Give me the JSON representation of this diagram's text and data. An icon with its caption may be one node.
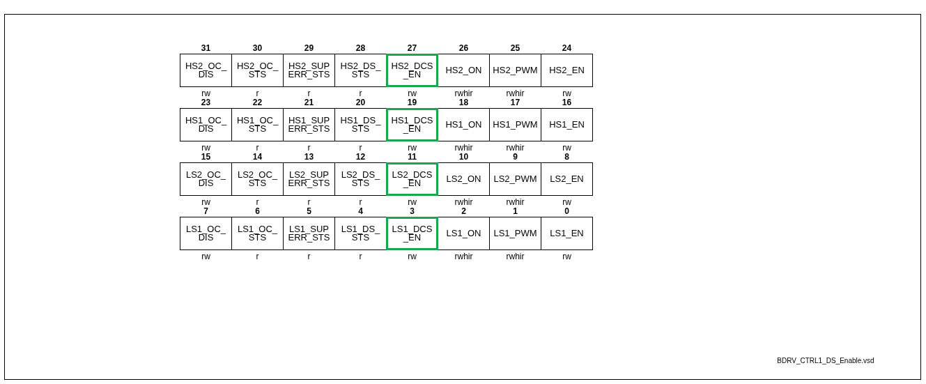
{
  "diagram": {
    "nodes": [
      {
        "text": [
          "HS2_OC_ DIS"
        ],
        "beside": [
          "31",
          "rw"
        ]
      },
      {
        "text": [
          "HS2_OC_ STS"
        ],
        "beside": [
          "30",
          "r"
        ]
      },
      {
        "text": [
          "HS2_SUP ERR_STS"
        ],
        "beside": [
          "29",
          "r"
        ]
      },
      {
        "text": [
          "HS2_DS_ STS"
        ],
        "beside": [
          "28",
          "r"
        ]
      },
      {
        "text": [
          "HS2_DCS _EN"
        ],
        "beside": [
          "27",
          "rw"
        ]
      },
      {
        "text": [
          "HS2_ON"
        ],
        "beside": [
          "26",
          "rwhir"
        ]
      },
      {
        "text": [
          "HS2_PWM"
        ],
        "beside": [
          "25",
          "rwhir"
        ]
      },
      {
        "text": [
          "HS2_EN"
        ],
        "beside": [
          "24",
          "rw"
        ]
      },
      {
        "text": [
          "HS1_OC_ DIS"
        ],
        "beside": [
          "23",
          "rw"
        ]
      },
      {
        "text": [
          "HS1_OC_ STS"
        ],
        "beside": [
          "22",
          "r"
        ]
      },
      {
        "text": [
          "HS1_SUP ERR_STS"
        ],
        "beside": [
          "21",
          "r"
        ]
      },
      {
        "text": [
          "HS1_DS_ STS"
        ],
        "beside": [
          "20",
          "r"
        ]
      },
      {
        "text": [
          "HS1_DCS _EN"
        ],
        "beside": [
          "19",
          "rw"
        ]
      },
      {
        "text": [
          "HS1_ON"
        ],
        "beside": [
          "18",
          "rwhir"
        ]
      },
      {
        "text": [
          "HS1_PWM"
        ],
        "beside": [
          "17",
          "rwhir"
        ]
      },
      {
        "text": [
          "HS1_EN"
        ],
        "beside": [
          "16",
          "rw"
        ]
      },
      {
        "text": [
          "LS2_OC_ DIS"
        ],
        "beside": [
          "15",
          "rw"
        ]
      },
      {
        "text": [
          "LS2_OC_ STS"
        ],
        "beside": [
          "14",
          "r"
        ]
      },
      {
        "text": [
          "LS2_SUP ERR_STS"
        ],
        "beside": [
          "13",
          "r"
        ]
      },
      {
        "text": [
          "LS2_DS_ STS"
        ],
        "beside": [
          "12",
          "r"
        ]
      },
      {
        "text": [
          "LS2_DCS _EN"
        ],
        "beside": [
          "11",
          "rw"
        ]
      },
      {
        "text": [
          "LS2_ON"
        ],
        "beside": [
          "10",
          "rwhir"
        ]
      },
      {
        "text": [
          "LS2_PWM"
        ],
        "beside": [
          "9",
          "rwhir"
        ]
      },
      {
        "text": [
          "LS2_EN"
        ],
        "beside": [
          "8",
          "rw"
        ]
      },
      {
        "text": [
          "LS1_OC_ DIS"
        ],
        "beside": [
          "7",
          "rw"
        ]
      },
      {
        "text": [
          "LS1_OC_ STS"
        ],
        "beside": [
          "6",
          "r"
        ]
      },
      {
        "text": [
          "LS1_SUP ERR_STS"
        ],
        "beside": [
          "5",
          "r"
        ]
      },
      {
        "text": [
          "LS1_DS_ STS"
        ],
        "beside": [
          "4",
          "r"
        ]
      },
      {
        "text": [
          "LS1_DCS _EN"
        ],
        "beside": [
          "3",
          "rw"
        ]
      },
      {
        "text": [
          "LS1_ON"
        ],
        "beside": [
          "2",
          "rwhir"
        ]
      },
      {
        "text": [
          "LS1_PWM"
        ],
        "beside": [
          "1",
          "rwhir"
        ]
      },
      {
        "text": [
          "LS1_EN"
        ],
        "beside": [
          "0",
          "rw"
        ]
      }
    ],
    "labels": [
      "BDRV_CTRL1_DS_Enable.vsd"
    ]
  }
}
